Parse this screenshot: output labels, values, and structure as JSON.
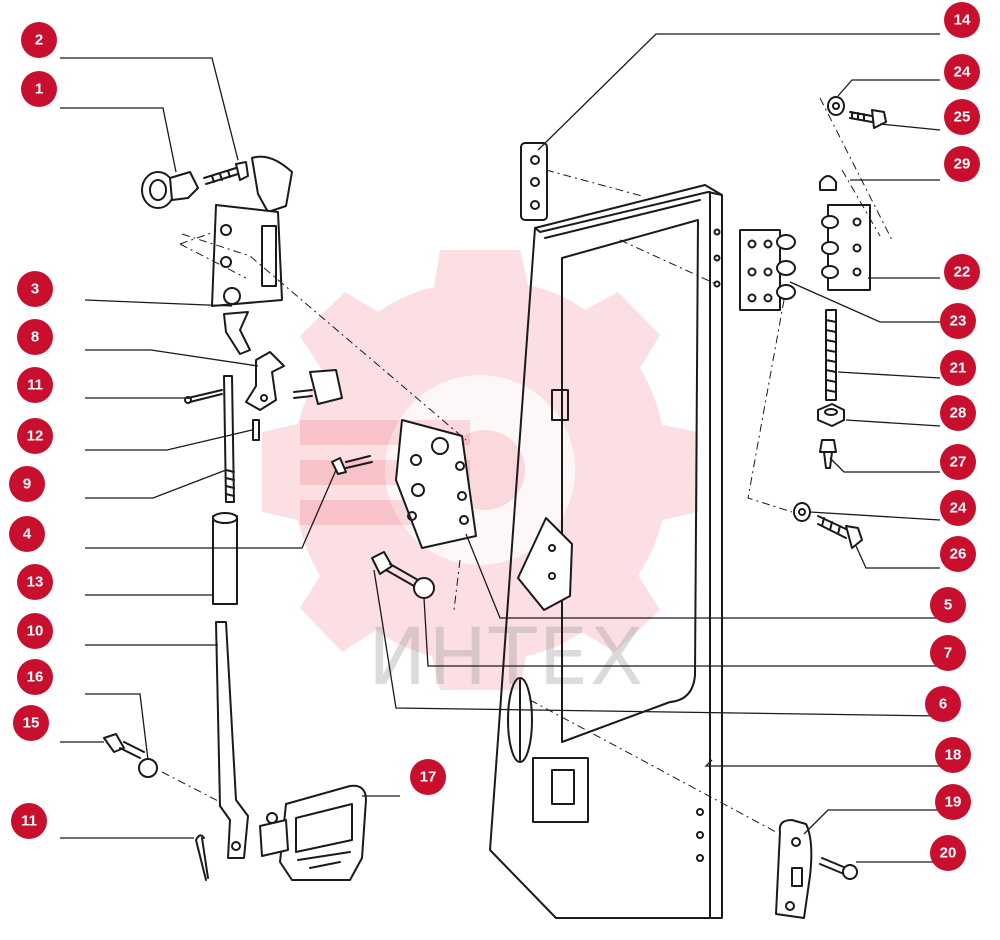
{
  "watermark": {
    "text": "ИНТЕХ",
    "color": "#e30b1c"
  },
  "badge_color": "#c8102e",
  "callouts": [
    "1",
    "2",
    "3",
    "4",
    "5",
    "6",
    "7",
    "8",
    "9",
    "10",
    "11",
    "12",
    "13",
    "14",
    "15",
    "16",
    "17",
    "18",
    "19",
    "20",
    "21",
    "22",
    "23",
    "24",
    "25",
    "26",
    "27",
    "28",
    "29"
  ]
}
